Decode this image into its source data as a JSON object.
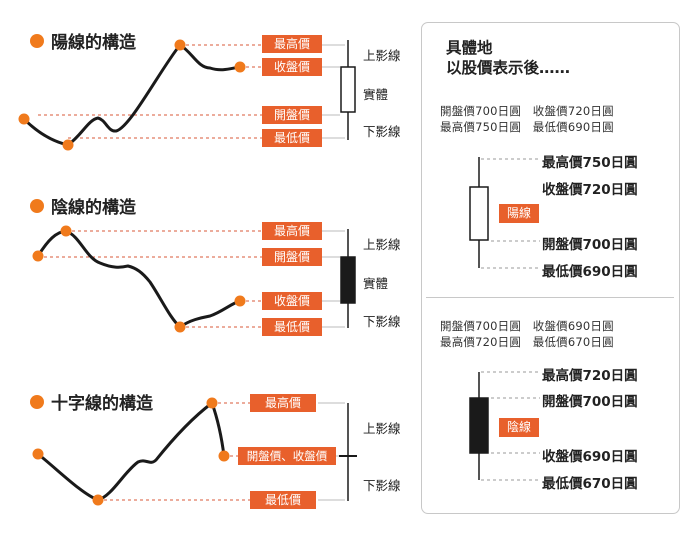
{
  "yang": {
    "title": "陽線的構造",
    "tags": {
      "high": "最高價",
      "close": "收盤價",
      "open": "開盤價",
      "low": "最低價"
    },
    "labels": {
      "upper_shadow": "上影線",
      "body": "實體",
      "lower_shadow": "下影線"
    }
  },
  "yin": {
    "title": "陰線的構造",
    "tags": {
      "high": "最高價",
      "open": "開盤價",
      "close": "收盤價",
      "low": "最低價"
    },
    "labels": {
      "upper_shadow": "上影線",
      "body": "實體",
      "lower_shadow": "下影線"
    }
  },
  "cross": {
    "title": "十字線的構造",
    "tags": {
      "high": "最高價",
      "open_close": "開盤價、收盤價",
      "low": "最低價"
    },
    "labels": {
      "upper_shadow": "上影線",
      "lower_shadow": "下影線"
    }
  },
  "panel": {
    "title_line1": "具體地",
    "title_line2": "以股價表示後……",
    "yang_example": {
      "info_line1": "開盤價700日圓　收盤價720日圓",
      "info_line2": "最高價750日圓　最低價690日圓",
      "tag": "陽線",
      "prices": [
        "最高價750日圓",
        "收盤價720日圓",
        "開盤價700日圓",
        "最低價690日圓"
      ]
    },
    "yin_example": {
      "info_line1": "開盤價700日圓　收盤價690日圓",
      "info_line2": "最高價720日圓　最低價670日圓",
      "tag": "陰線",
      "prices": [
        "最高價720日圓",
        "開盤價700日圓",
        "收盤價690日圓",
        "最低價670日圓"
      ]
    }
  },
  "colors": {
    "accent": "#e8602c",
    "dot": "#f07a1c",
    "guide": "#d9583a",
    "candle": "#1a1a1a"
  }
}
